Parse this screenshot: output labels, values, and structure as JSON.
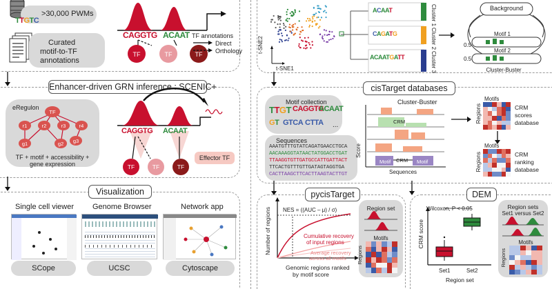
{
  "colors": {
    "tf_red": "#c8102e",
    "tf_pink": "#e89aa0",
    "tf_dark": "#8b1a1a",
    "cluster1": "#2e8b3d",
    "cluster2": "#f0a020",
    "cluster3": "#2a3d8f",
    "heat_red": "#c0302a",
    "heat_blue": "#3a5ba8"
  },
  "top_left": {
    "pwm_label": ">30,000 PWMs",
    "curated_label_1": "Curated",
    "curated_label_2": "motif-to-TF",
    "curated_label_3": "annotations",
    "tf_annotations": "TF annotations",
    "direct": "Direct",
    "orthology": "Orthology",
    "tf": "TF",
    "motif_a": "CAGGTG",
    "motif_b": "ACAAT"
  },
  "scenic": {
    "title": "Enhancer-driven GRN inference : SCENIC+",
    "eregulon": "eRegulon",
    "tf": "TF",
    "nodes": [
      "r1",
      "r2",
      "r3",
      "r4",
      "g1",
      "g2",
      "g3"
    ],
    "caption_1": "TF + motif + accessibility +",
    "caption_2": "gene expression",
    "effector": "Effector TF"
  },
  "visualization": {
    "title": "Visualization",
    "single_cell": "Single cell viewer",
    "genome_browser": "Genome Browser",
    "network_app": "Network app",
    "scope": "SCope",
    "ucsc": "UCSC",
    "cytoscape": "Cytoscape"
  },
  "top_right": {
    "tsne1": "t-SNE1",
    "tsne2": "t-SNE2",
    "cluster1": "Cluster 1",
    "cluster2": "Cluster 2",
    "cluster3": "Cluster 3",
    "background": "Background",
    "motif1": "Motif 1",
    "motif2": "Motif 2",
    "cluster_buster": "Cluster-Buster",
    "val1": "0.5",
    "val2": "0.5"
  },
  "cistarget": {
    "title": "cisTarget databases",
    "motif_collection": "Motif collection",
    "sequences": "Sequences",
    "cluster_buster": "Cluster-Buster",
    "crm": "CRM",
    "score": "Score",
    "motif": "Motif",
    "sequences_axis": "Sequences",
    "motifs_1": "Motifs",
    "regions_1": "Regions",
    "db1_1": "CRM",
    "db1_2": "scores",
    "db1_3": "database",
    "motifs_2": "Motifs",
    "regions_2": "Regions",
    "db2_1": "CRM",
    "db2_2": "ranking",
    "db2_3": "database",
    "ellipsis": "...",
    "seq_lines": [
      "AAATGTTTGTATCAGATGAACCTGCA",
      "AACAAAGGTATAACTATGGACCTGAT",
      "TTAAGGTGTTGATGCCATTGATTACT",
      "TTCACTGTTTGTTGATAGTAGGTGA",
      "CACTTAAGCTTCACTTAAGTACTTGT"
    ]
  },
  "pycistarget": {
    "title": "pycisTarget",
    "nes": "NES = ((AUC – μ) / σ)",
    "cumulative_1": "Cumulative recovery",
    "cumulative_2": "of input regions",
    "average_1": "Average recovery",
    "average_2": "across all motifs",
    "ylabel": "Number of regions",
    "xlabel_1": "Genomic regions ranked",
    "xlabel_2": "by motif score",
    "region_set": "Region set",
    "motifs": "Motifs",
    "regions": "Regions"
  },
  "dem": {
    "title": "DEM",
    "wilcoxon": "Wilcoxon, P < 0.05",
    "ylabel": "CRM score",
    "xlabel": "Region set",
    "set1": "Set1",
    "set2": "Set2",
    "region_sets": "Region sets",
    "comparison": "Set1 versus Set2",
    "motifs": "Motifs",
    "regions": "Regions"
  }
}
